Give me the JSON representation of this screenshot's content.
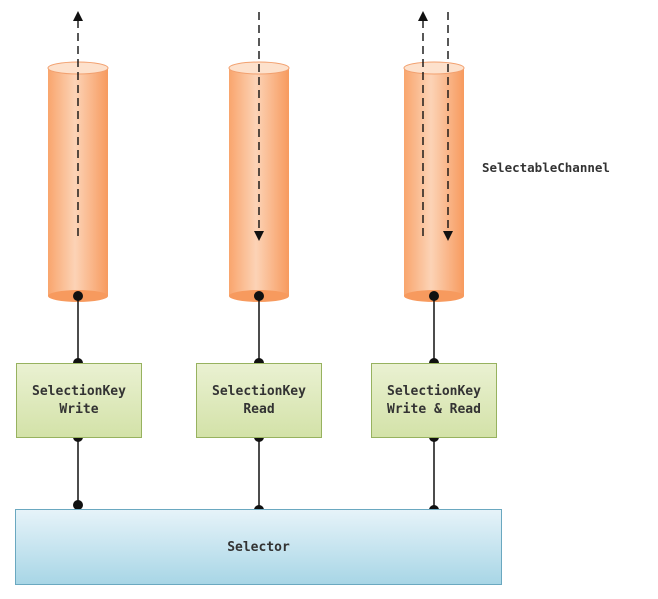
{
  "channel_label": "SelectableChannel",
  "selection_keys": [
    {
      "line1": "SelectionKey",
      "line2": "Write"
    },
    {
      "line1": "SelectionKey",
      "line2": "Read"
    },
    {
      "line1": "SelectionKey",
      "line2": "Write & Read"
    }
  ],
  "selector_label": "Selector",
  "colors": {
    "channel_fill": "#f7a673",
    "channel_stroke": "#e8956a",
    "key_fill": "#dbe7b7",
    "selector_fill": "#bfe2ee"
  }
}
